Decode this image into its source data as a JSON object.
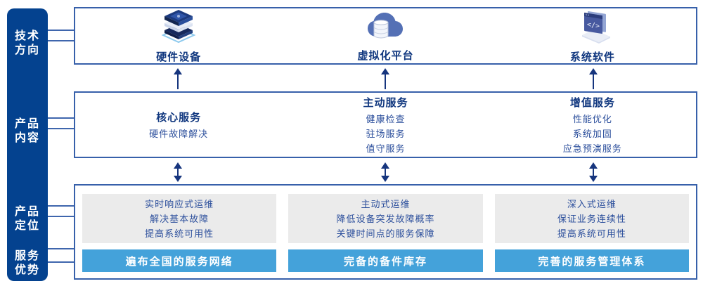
{
  "colors": {
    "sidebar_bg": "#04428f",
    "box_border": "#3760aa",
    "title_text": "#10377f",
    "body_text": "#2c4f9c",
    "advantage_bar_bg": "#44a2da",
    "gray_panel_bg": "#ebebeb",
    "arrow": "#16357e"
  },
  "sidebar": {
    "items": [
      {
        "lines": [
          "技术",
          "方向"
        ]
      },
      {
        "lines": [
          "产品",
          "内容"
        ]
      },
      {
        "lines": [
          "产品",
          "定位"
        ]
      },
      {
        "lines": [
          "服务",
          "优势"
        ]
      }
    ]
  },
  "tech_row": {
    "columns": [
      {
        "icon": "server-stack-icon",
        "label": "硬件设备"
      },
      {
        "icon": "cloud-database-icon",
        "label": "虚拟化平台"
      },
      {
        "icon": "code-window-icon",
        "label": "系统软件"
      }
    ]
  },
  "content_row": {
    "columns": [
      {
        "title": "核心服务",
        "items": [
          "硬件故障解决"
        ]
      },
      {
        "title": "主动服务",
        "items": [
          "健康检查",
          "驻场服务",
          "值守服务"
        ]
      },
      {
        "title": "增值服务",
        "items": [
          "性能优化",
          "系统加固",
          "应急预演服务"
        ]
      }
    ]
  },
  "bottom_row": {
    "columns": [
      {
        "positioning": [
          "实时响应式运维",
          "解决基本故障",
          "提高系统可用性"
        ],
        "advantage": "遍布全国的服务网络"
      },
      {
        "positioning": [
          "主动式运维",
          "降低设备突发故障概率",
          "关键时间点的服务保障"
        ],
        "advantage": "完备的备件库存"
      },
      {
        "positioning": [
          "深入式运维",
          "保证业务连续性",
          "提高系统可用性"
        ],
        "advantage": "完善的服务管理体系"
      }
    ]
  }
}
